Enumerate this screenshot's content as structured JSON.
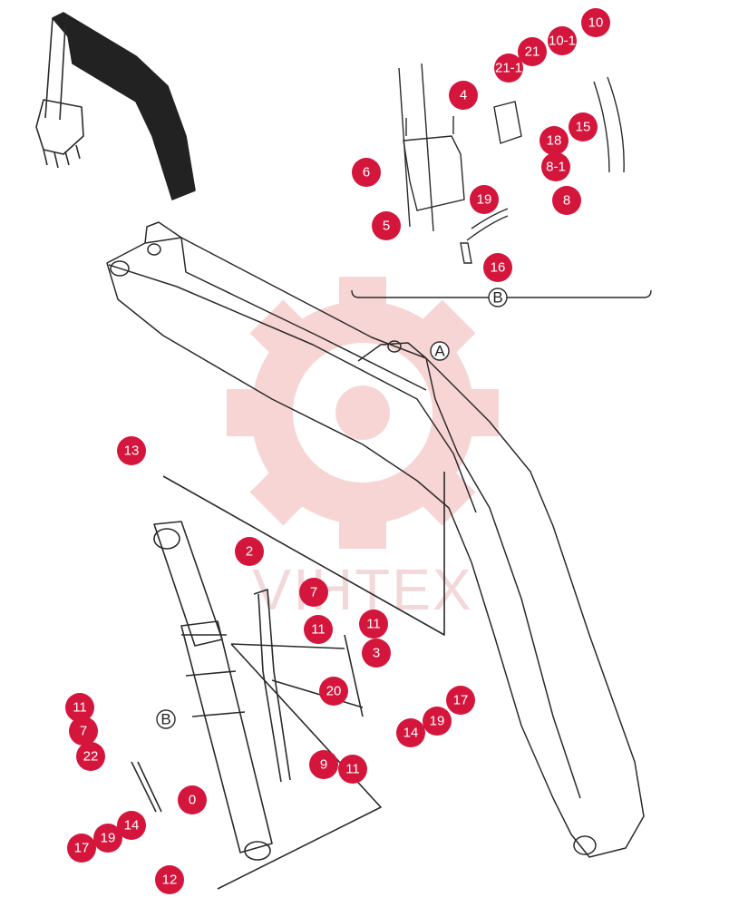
{
  "diagram": {
    "colors": {
      "line": "#2a2a2a",
      "callout_fill": "#d4163c",
      "callout_text": "#ffffff",
      "watermark": "#f3b4b4"
    },
    "watermark_text": "VIHTEX",
    "section_labels": [
      "A",
      "B",
      "B"
    ],
    "callouts": [
      "10",
      "21",
      "10-1",
      "21-1",
      "4",
      "15",
      "18",
      "6",
      "8-1",
      "19",
      "8",
      "5",
      "16",
      "13",
      "2",
      "7",
      "11",
      "11",
      "3",
      "20",
      "17",
      "19",
      "14",
      "11",
      "7",
      "22",
      "0",
      "9",
      "11",
      "17",
      "19",
      "14",
      "12"
    ]
  }
}
